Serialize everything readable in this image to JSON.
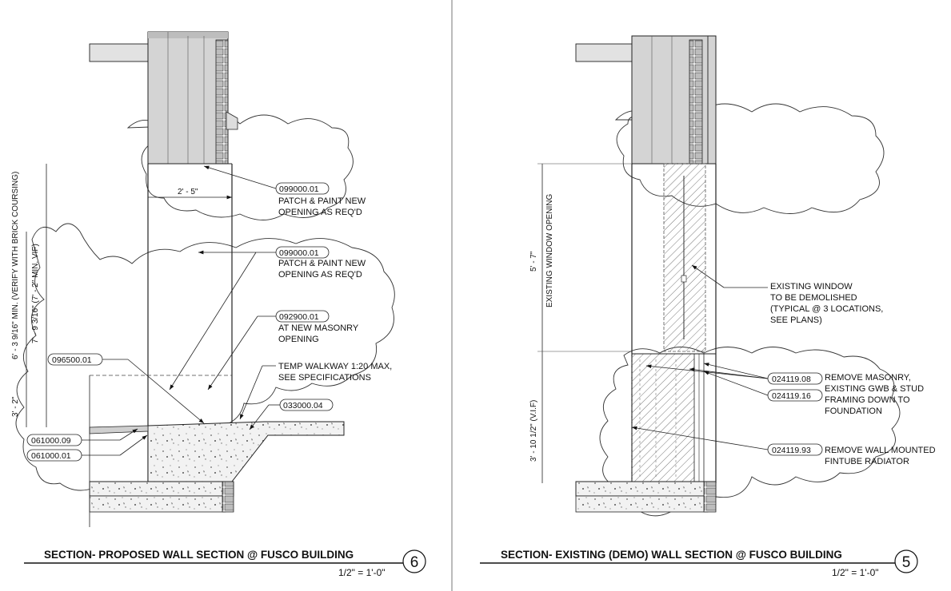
{
  "sheet": {
    "left": {
      "title": "SECTION- PROPOSED WALL SECTION @ FUSCO BUILDING",
      "scale": "1/2\" = 1'-0\"",
      "number": "6",
      "dims": {
        "width": "2' - 5\"",
        "height_a": "6' - 3 9/16\"  MIN. (VERIFY WITH BRICK COURSING)",
        "height_b": "7' - 9 3/16\" (7' - 2\" MIN. VIF)",
        "sill": "3' - 2\""
      },
      "keynotes": [
        {
          "tag": "099000.01",
          "lines": [
            "PATCH & PAINT NEW",
            "OPENING AS REQ'D"
          ]
        },
        {
          "tag": "099000.01",
          "lines": [
            "PATCH & PAINT NEW",
            "OPENING AS REQ'D"
          ]
        },
        {
          "tag": "092900.01",
          "lines": [
            "AT NEW MASONRY",
            "OPENING"
          ]
        },
        {
          "tag": "",
          "lines": [
            "TEMP WALKWAY 1:20 MAX,",
            "SEE SPECIFICATIONS"
          ]
        },
        {
          "tag": "033000.04",
          "lines": []
        },
        {
          "tag": "096500.01",
          "lines": []
        },
        {
          "tag": "061000.09",
          "lines": []
        },
        {
          "tag": "061000.01",
          "lines": []
        }
      ]
    },
    "right": {
      "title": "SECTION- EXISTING (DEMO) WALL SECTION @ FUSCO BUILDING",
      "scale": "1/2\" = 1'-0\"",
      "number": "5",
      "dims": {
        "window_h": "5' - 7\"",
        "window_label": "EXISTING WINDOW OPENING",
        "lower_h": "3' - 10 1/2\" (V.I.F)"
      },
      "notes": {
        "window": [
          "EXISTING WINDOW",
          "TO BE DEMOLISHED",
          "(TYPICAL @ 3 LOCATIONS,",
          "SEE PLANS)"
        ],
        "masonry": [
          "REMOVE MASONRY,",
          "EXISTING GWB & STUD",
          "FRAMING DOWN TO",
          "FOUNDATION"
        ],
        "radiator": [
          "REMOVE WALL MOUNTED",
          "FINTUBE RADIATOR"
        ]
      },
      "tags": [
        "024119.08",
        "024119.16",
        "024119.93"
      ]
    }
  }
}
